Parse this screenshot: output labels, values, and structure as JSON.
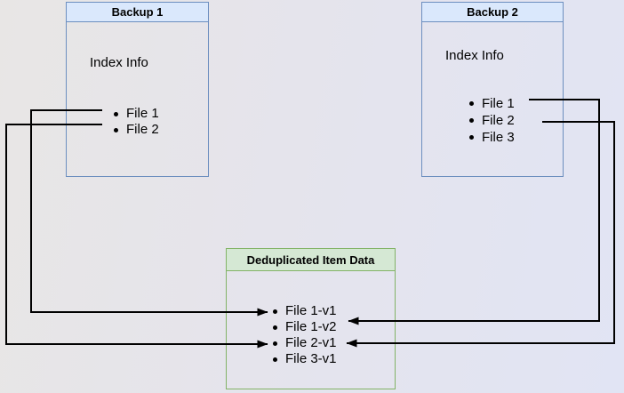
{
  "palette": {
    "backup_header_bg": "#dae8fc",
    "backup_border": "#6c8ebf",
    "dedup_header_bg": "#d5e8d4",
    "dedup_border": "#82b366",
    "connector": "#000000",
    "text": "#000000"
  },
  "boxes": {
    "backup1": {
      "title": "Backup 1",
      "subtitle": "Index Info",
      "files": [
        "File 1",
        "File 2"
      ]
    },
    "backup2": {
      "title": "Backup 2",
      "subtitle": "Index Info",
      "files": [
        "File 1",
        "File 2",
        "File 3"
      ]
    },
    "dedup": {
      "title": "Deduplicated Item Data",
      "items": [
        "File 1-v1",
        "File 1-v2",
        "File 2-v1",
        "File 3-v1"
      ]
    }
  },
  "connections": [
    {
      "from": "Backup 1 / File 1",
      "to": "File 1-v1",
      "label": "Backup 1 File 1 points to File 1-v1"
    },
    {
      "from": "Backup 1 / File 2",
      "to": "File 2-v1",
      "label": "Backup 1 File 2 points to File 2-v1"
    },
    {
      "from": "Backup 2 / File 1",
      "to": "File 1-v2",
      "label": "Backup 2 File 1 points to File 1-v2"
    },
    {
      "from": "Backup 2 / File 2",
      "to": "File 2-v1",
      "label": "Backup 2 File 2 points to File 2-v1"
    }
  ]
}
